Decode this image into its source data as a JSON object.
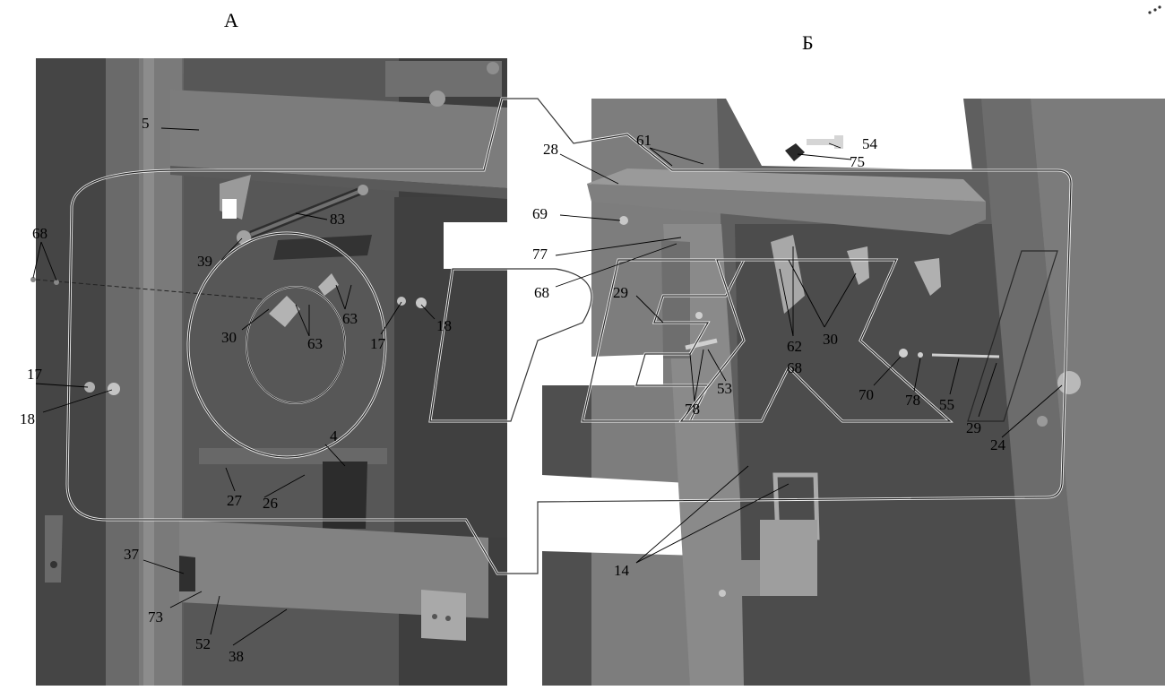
{
  "views": [
    {
      "title": "А"
    },
    {
      "title": "Б"
    }
  ],
  "callouts_a": [
    "5",
    "68",
    "83",
    "39",
    "30",
    "63",
    "63",
    "17",
    "18",
    "17",
    "18",
    "4",
    "27",
    "26",
    "37",
    "73",
    "52",
    "38"
  ],
  "callouts_b": [
    "54",
    "75",
    "28",
    "61",
    "69",
    "77",
    "68",
    "29",
    "62",
    "68",
    "30",
    "53",
    "78",
    "70",
    "78",
    "55",
    "29",
    "24",
    "14"
  ],
  "watermark": "ОРЕХ",
  "colors": {
    "background": "#ffffff",
    "panel_dark": "#4a4a4a",
    "panel_mid": "#6e6e6e",
    "panel_light": "#9a9a9a",
    "bracket": "#8a8a8a"
  }
}
